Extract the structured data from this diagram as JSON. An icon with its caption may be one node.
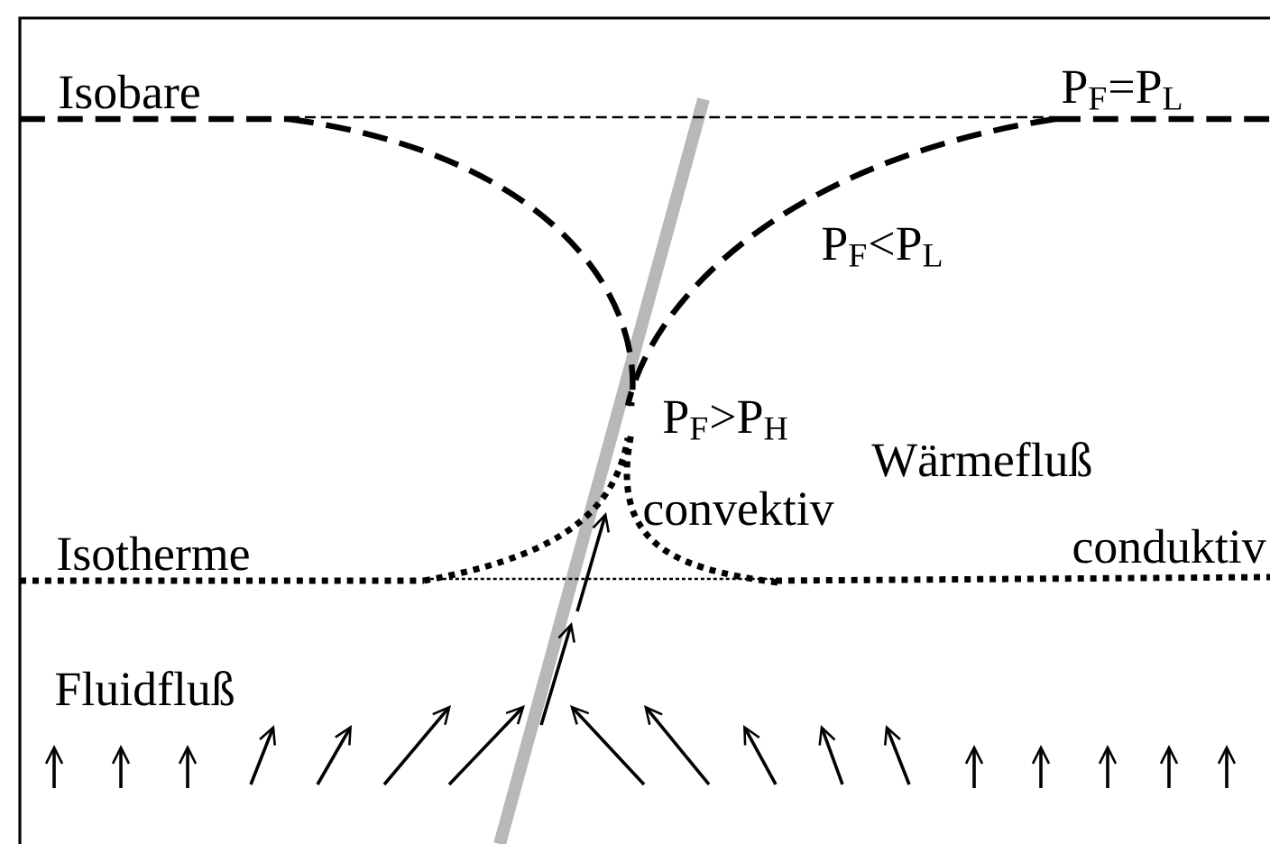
{
  "diagram": {
    "labels": [
      "Isobare",
      "P$_{F}$=P$_{L}$",
      "P$_{F}$<P$_{L}$",
      "P$_{F}$>P$_{H}$",
      "Wärmefluß",
      "convektiv",
      "Isotherme",
      "conduktiv",
      "Fluidfluß"
    ]
  }
}
